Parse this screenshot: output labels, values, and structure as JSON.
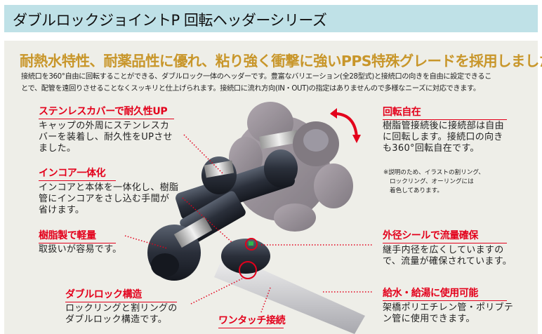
{
  "header": {
    "title": "ダブルロックジョイントP 回転ヘッダーシリーズ"
  },
  "headline": "耐熱水特性、耐薬品性に優れ、粘り強く衝撃に強いPPS特殊グレードを採用しました。",
  "intro": [
    "接続口を360°自由に回転することができる、ダブルロック一体のヘッダーです。豊富なバリエーション(全28型式)と接続口の向きを自由に設定できるこ",
    "とで、配管を遠回りさせることなくスッキリと仕上げられます。接続口に流れ方向(IN・OUT)の指定はありませんので多様なニーズに対応できます。"
  ],
  "features": {
    "stainless": {
      "title": "ステンレスカバーで耐久性UP",
      "lines": [
        "キャップの外周にステンレスカ",
        "バーを装着し、耐久性をUPさせ",
        "ました。"
      ]
    },
    "incore": {
      "title": "インコア一体化",
      "lines": [
        "インコアと本体を一体化し、樹脂",
        "管にインコアをさし込む手間が",
        "省けます。"
      ]
    },
    "resin": {
      "title": "樹脂製で軽量",
      "lines": [
        "取扱いが容易です。"
      ]
    },
    "doublelock": {
      "title": "ダブルロック構造",
      "lines": [
        "ロックリングと割リングの",
        "ダブルロック構造です。"
      ]
    },
    "onetouch": {
      "title": "ワンタッチ接続"
    },
    "rotation": {
      "title": "回転自在",
      "lines": [
        "樹脂管接続後に接続部は自由",
        "に回転します。接続口の向き",
        "も360°回転自在です。"
      ]
    },
    "seal": {
      "title": "外径シールで流量確保",
      "lines": [
        "継手内径を広くしていますの",
        "で、流量が確保されています。"
      ]
    },
    "usage": {
      "title": "給水・給湯に使用可能",
      "lines": [
        "架橋ポリエチレン管・ポリブテ",
        "ン管に使用できます。"
      ]
    }
  },
  "note": [
    "※説明のため、イラストの割リング、",
    "ロックリング、オーリングには",
    "着色してあります。"
  ],
  "colors": {
    "header_bg": "#bfe1e7",
    "headline": "#c8962a",
    "label_red": "#e3001b",
    "panel_bg": "#eeeee8"
  }
}
